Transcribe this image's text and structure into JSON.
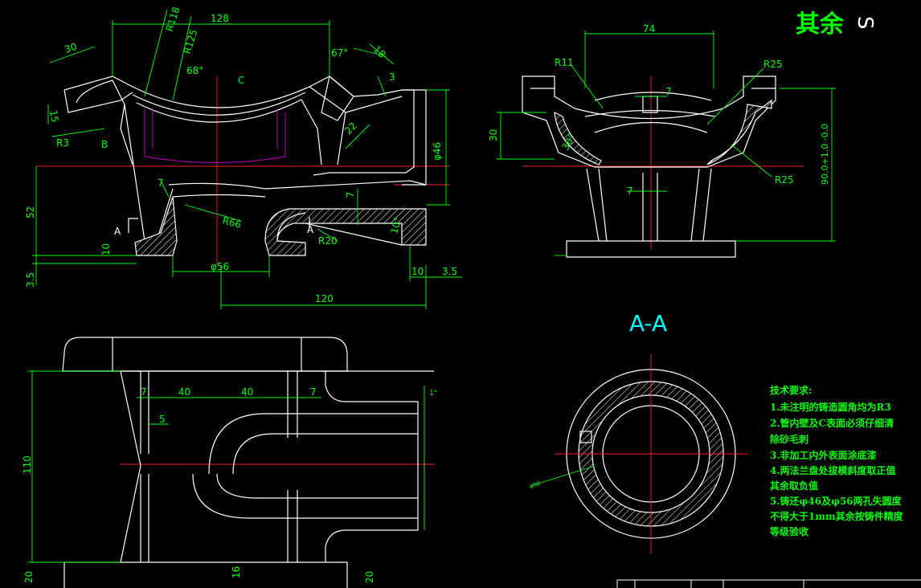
{
  "roughness": {
    "label": "其余",
    "symbol": "S"
  },
  "section_title": "A-A",
  "front_view": {
    "dims": {
      "d128": "128",
      "d30": "30",
      "r118": "R118",
      "r125": "R125",
      "a68": "68°",
      "c": "C",
      "a67": "67°",
      "d18": "18",
      "d3": "3",
      "d15": "15",
      "r3": "R3",
      "b": "B",
      "d22": "22",
      "phi46": "φ46",
      "d52": "52",
      "d7a": "7",
      "r66": "R66",
      "d7b": "7",
      "a10": "10°",
      "r20": "R20",
      "a_left": "A",
      "a_right": "A",
      "d10a": "10",
      "d35a": "3.5",
      "phi56": "φ56",
      "d10b": "10",
      "d35b": "3.5",
      "d120": "120"
    }
  },
  "side_view": {
    "dims": {
      "d74": "74",
      "r11": "R11",
      "r25a": "R25",
      "d7": "7",
      "d30": "30",
      "a30": "30°",
      "tol": "90.0+1.0 -0.0",
      "r25b": "R25",
      "d7b": "7"
    }
  },
  "plan_view": {
    "dims": {
      "d7a": "7",
      "d40a": "40",
      "d40b": "40",
      "d7b": "7",
      "d5": "5",
      "d110": "110",
      "d20a": "20",
      "d16": "16",
      "d20b": "20",
      "a1": "1°"
    }
  },
  "section_view": {
    "dims": {
      "phi": "φ58"
    }
  },
  "notes": {
    "title": "技术要求:",
    "lines": [
      "1.未注明的铸造圆角均为R3",
      "2.管内壁及C表面必须仔细清",
      "除砂毛刺",
      "3.非加工内外表面涂底漆",
      "4.两法兰盘处拔模斜度取正值",
      "其余取负值",
      "5.铸还φ46及φ56两孔失圆度",
      "不得大于1mm其余按铸件精度",
      "等级验收"
    ]
  }
}
